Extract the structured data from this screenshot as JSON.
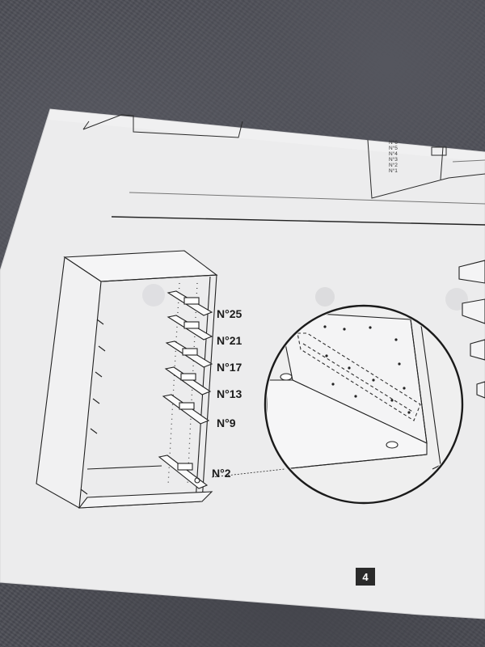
{
  "top_diagram": {
    "shelf_labels": [
      "N°6",
      "N°5",
      "N°4",
      "N°3",
      "N°2",
      "N°1"
    ]
  },
  "main_diagram": {
    "shelf_labels": [
      {
        "id": "n25",
        "text": "N°25"
      },
      {
        "id": "n21",
        "text": "N°21"
      },
      {
        "id": "n17",
        "text": "N°17"
      },
      {
        "id": "n13",
        "text": "N°13"
      },
      {
        "id": "n9",
        "text": "N°9"
      },
      {
        "id": "n2",
        "text": "N°2"
      }
    ]
  },
  "page_number": "4",
  "colors": {
    "paper": "#ededee",
    "ink": "#1c1c1c",
    "background": "#4b4c54",
    "page_badge": "#2a2a2a"
  }
}
